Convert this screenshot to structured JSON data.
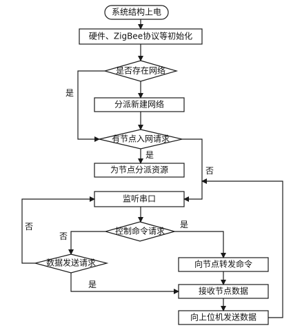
{
  "nodes": {
    "start": "系统结构上电",
    "init": "硬件、ZigBee协议等初始化",
    "network_exists": "是否存在网络",
    "create_network": "分派新建网络",
    "join_request": "有节点入网请求",
    "allocate_resources": "为节点分派资源",
    "listen_serial": "监听串口",
    "control_request": "控制命令请求",
    "data_send_request": "数据发送请求",
    "forward_command": "向节点转发命令",
    "receive_data": "接收节点数据",
    "send_to_host": "向上位机发送数据"
  },
  "edge_labels": {
    "network_exists_yes": "是",
    "join_request_yes": "是",
    "join_request_no": "否",
    "control_request_yes": "是",
    "control_request_no": "否",
    "data_send_yes": "是",
    "data_send_no": "否"
  }
}
